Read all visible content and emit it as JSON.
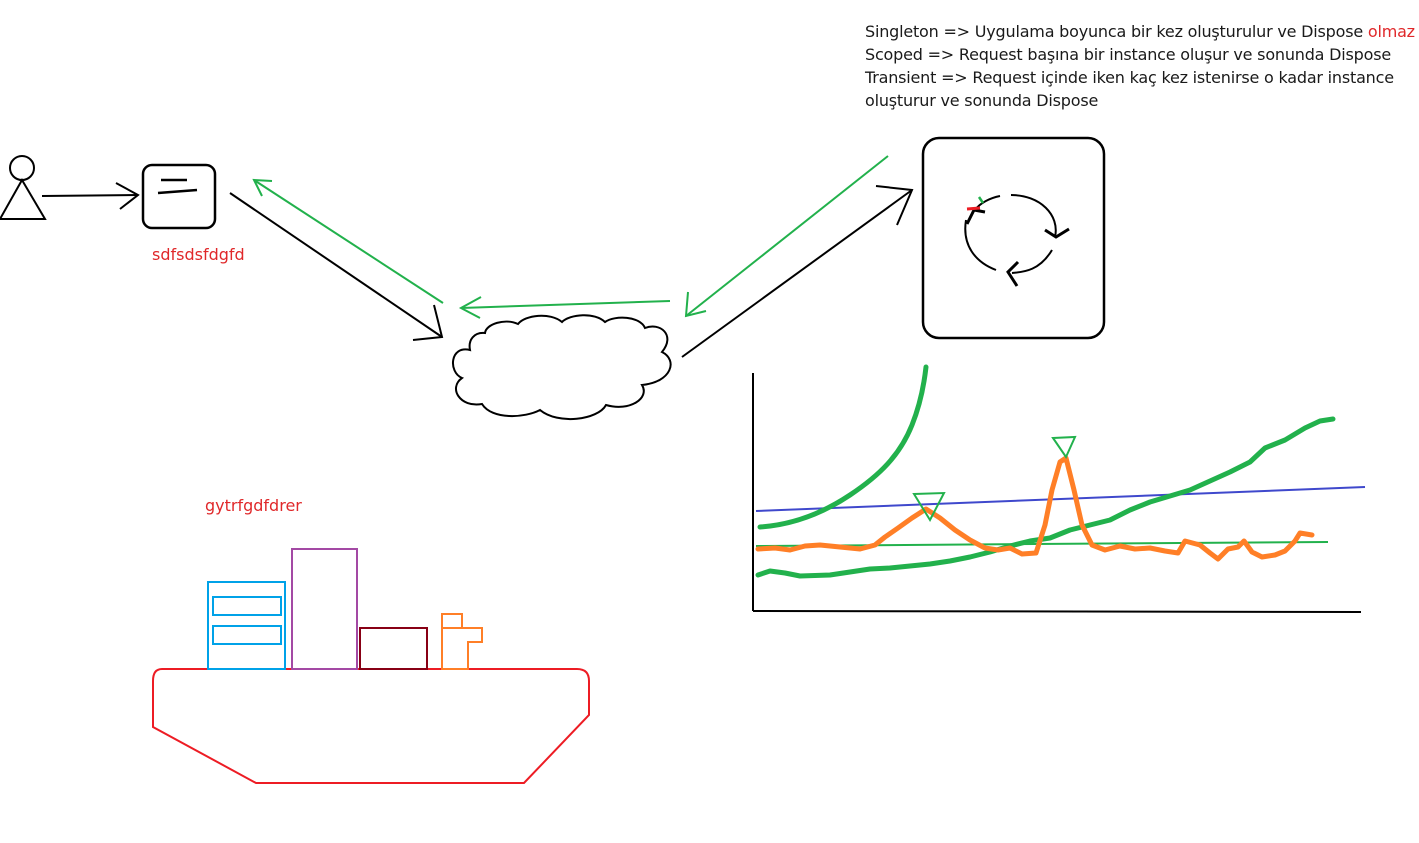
{
  "notes": {
    "line1_main": "Singleton => Uygulama boyunca bir kez oluşturulur ve Dispose ",
    "line1_highlight": "olmaz",
    "line2": "Scoped => Request başına bir instance oluşur ve sonunda Dispose",
    "line3": "Transient => Request içinde iken kaç kez istenirse o kadar instance",
    "line4": "oluşturur ve sonunda Dispose"
  },
  "labels": {
    "client_caption": "sdfsdsfdgfd",
    "ship_caption": "gytrfgdfdrer"
  },
  "colors": {
    "black": "#000000",
    "green": "#22b14c",
    "red": "#ed1c24",
    "blue": "#3f48cc",
    "orange": "#ff7f27",
    "purple": "#a349a4",
    "cyan": "#00a2e8",
    "darkred": "#880015"
  }
}
